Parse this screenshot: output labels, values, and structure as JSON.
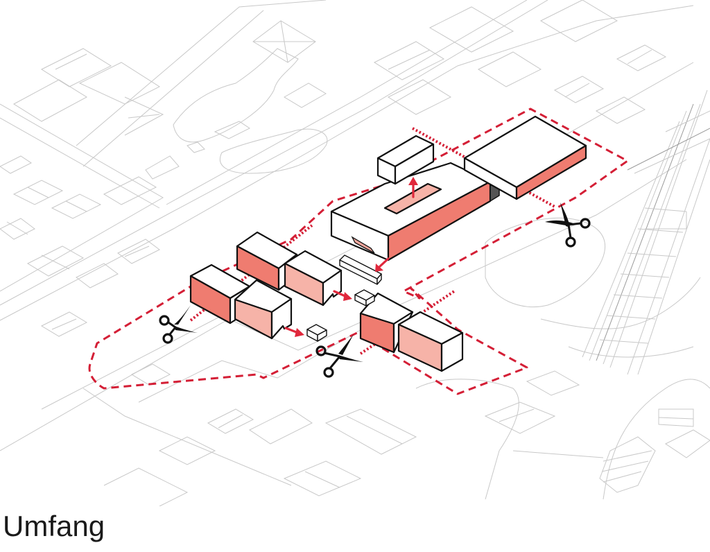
{
  "caption": "Umfang",
  "legend": {
    "boundary_style": "red-dashed",
    "cut_line_style": "red-dotted",
    "cut_symbol": "scissors-icon"
  },
  "colors": {
    "accent_red": "#d41f36",
    "facade_red": "#ef7c70",
    "facade_pink": "#f6b3a8",
    "context_lines": "#c8c8c8",
    "outline": "#111111"
  },
  "elements": {
    "buildings_highlighted": 8,
    "cut_markers": 3,
    "relocation_arrows": 4
  }
}
